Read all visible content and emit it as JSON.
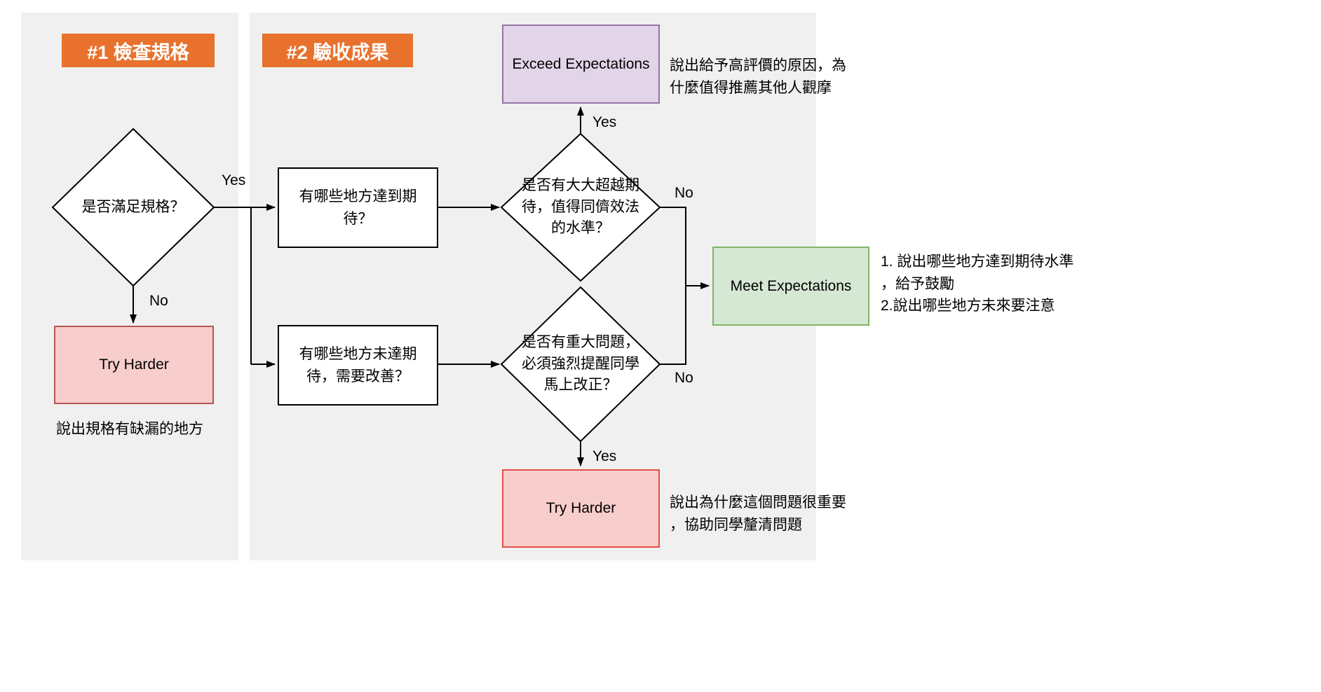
{
  "diagram": {
    "sections": [
      {
        "label": "#1 檢查規格"
      },
      {
        "label": "#2 驗收成果"
      }
    ],
    "nodes": {
      "spec_decision": "是否滿足規格？",
      "try_harder_left": "Try Harder",
      "met_areas": "有哪些地方達到期待？",
      "unmet_areas": "有哪些地方未達期待，需要改善？",
      "exceed_decision": "是否有大大超越期待，值得同儕效法的水準？",
      "critical_decision": "是否有重大問題，必須強烈提醒同學馬上改正？",
      "exceed_expectations": "Exceed Expectations",
      "meet_expectations": "Meet Expectations",
      "try_harder_bottom": "Try Harder"
    },
    "notes": {
      "spec_note": "說出規格有缺漏的地方",
      "exceed_note": "說出給予高評價的原因，為什麼值得推薦其他人觀摩",
      "meet_note": "1. 說出哪些地方達到期待水準，給予鼓勵\n2.說出哪些地方未來要注意",
      "try_note": "說出為什麼這個問題很重要，協助同學釐清問題"
    },
    "edge_labels": {
      "spec_yes": "Yes",
      "spec_no": "No",
      "exceed_yes": "Yes",
      "exceed_no": "No",
      "critical_yes": "Yes",
      "critical_no": "No"
    },
    "colors": {
      "panel_bg": "#f0f0f0",
      "header_bg": "#e8722d",
      "purple_fill": "#e1d5e7",
      "purple_stroke": "#9673a6",
      "green_fill": "#d5e8d4",
      "green_stroke": "#82b366",
      "red_fill": "#f8cecc",
      "red_stroke": "#b85450",
      "red_stroke_bright": "#e34f4a",
      "edge_color": "#000000"
    }
  }
}
